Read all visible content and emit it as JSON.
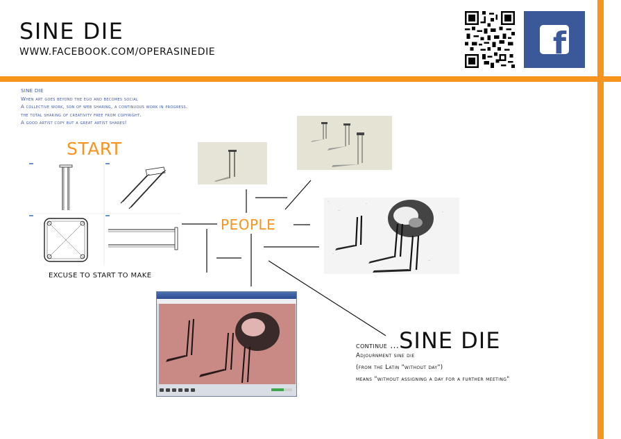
{
  "header": {
    "title": "SINE DIE",
    "url": "WWW.FACEBOOK.COM/OPERASINEDIE"
  },
  "icons": {
    "qr": "qr-code-icon",
    "facebook": "facebook-icon",
    "facebook_glyph": "f",
    "facebook_color": "#3b5998"
  },
  "colors": {
    "accent": "#f7941d",
    "intro_text": "#3b56a8"
  },
  "intro": [
    "SINE DIE",
    "When art goes beyond the ego and becomes social",
    "A collective work, son of web sharing, a continuous work in progress.",
    "the total sharing of creativity free from copyright.",
    "A good artist copy but a great artist shares!"
  ],
  "start_label": "START",
  "people_label": "PEOPLE",
  "excuse_text": "EXCUSE TO START TO MAKE",
  "continue": {
    "small": "continue ...",
    "big": "SINE DIE"
  },
  "adjournment": [
    "Adjournment sine die",
    "(from the Latin \"without day\")",
    "means \"without assigning a day for a further meeting\""
  ]
}
